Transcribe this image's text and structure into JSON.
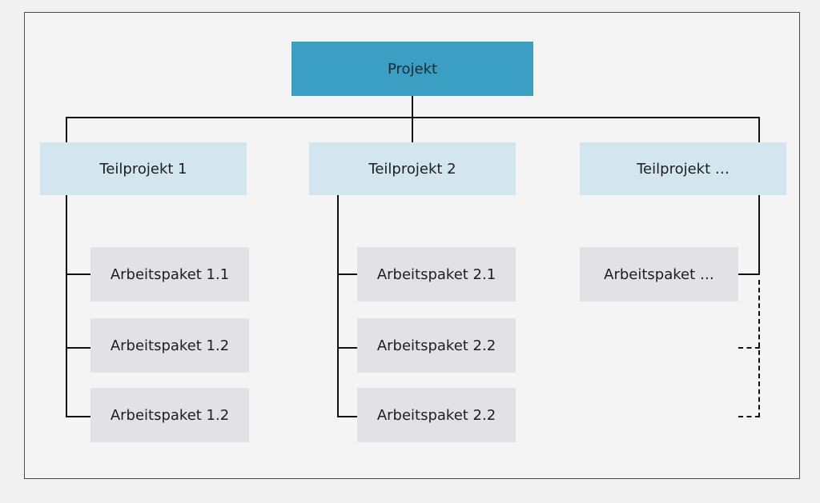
{
  "diagram": {
    "root": {
      "label": "Projekt"
    },
    "subprojects": [
      {
        "label": "Teilprojekt 1"
      },
      {
        "label": "Teilprojekt 2"
      },
      {
        "label": "Teilprojekt …"
      }
    ],
    "work_packages": [
      [
        {
          "label": "Arbeitspaket 1.1"
        },
        {
          "label": "Arbeitspaket 1.2"
        },
        {
          "label": "Arbeitspaket 1.2"
        }
      ],
      [
        {
          "label": "Arbeitspaket 2.1"
        },
        {
          "label": "Arbeitspaket 2.2"
        },
        {
          "label": "Arbeitspaket 2.2"
        }
      ],
      [
        {
          "label": "Arbeitspaket …"
        }
      ]
    ],
    "colors": {
      "root": "#3a9fc2",
      "subproject": "#d3e6ef",
      "work_package": "#e2e2e4",
      "connector": "#111111"
    }
  }
}
